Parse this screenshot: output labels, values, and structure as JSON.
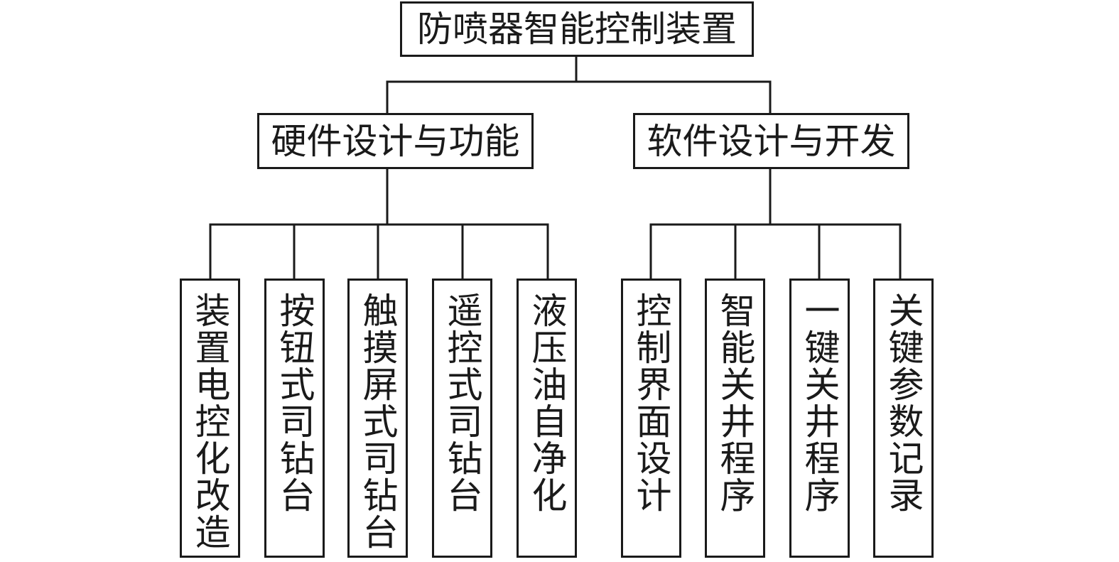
{
  "diagram": {
    "root": {
      "label": "防喷器智能控制装置"
    },
    "branches": [
      {
        "label": "硬件设计与功能",
        "children": [
          {
            "label": "装置电控化改造"
          },
          {
            "label": "按钮式司钻台"
          },
          {
            "label": "触摸屏式司钻台"
          },
          {
            "label": "遥控式司钻台"
          },
          {
            "label": "液压油自净化"
          }
        ]
      },
      {
        "label": "软件设计与开发",
        "children": [
          {
            "label": "控制界面设计"
          },
          {
            "label": "智能关井程序"
          },
          {
            "label": "一键关井程序"
          },
          {
            "label": "关键参数记录"
          }
        ]
      }
    ],
    "colors": {
      "stroke": "#1a1a1a",
      "background": "#ffffff",
      "text": "#1a1a1a"
    }
  }
}
